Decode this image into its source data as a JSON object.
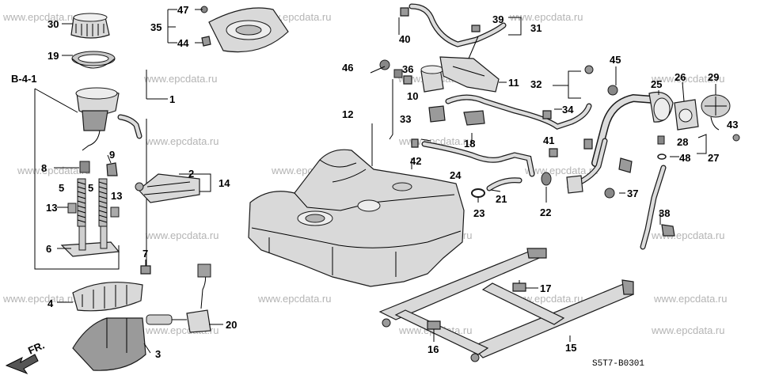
{
  "watermark": "www.epcdata.ru",
  "section_ref": "B-4-1",
  "diagram_code": "S5T7-B0301",
  "direction_label": "FR.",
  "callouts": {
    "n1": "1",
    "n2": "2",
    "n3": "3",
    "n4": "4",
    "n5a": "5",
    "n5b": "5",
    "n6": "6",
    "n7": "7",
    "n8": "8",
    "n9": "9",
    "n10": "10",
    "n11": "11",
    "n12": "12",
    "n13a": "13",
    "n13b": "13",
    "n14": "14",
    "n15": "15",
    "n16": "16",
    "n17": "17",
    "n18": "18",
    "n19": "19",
    "n20": "20",
    "n21": "21",
    "n22": "22",
    "n23": "23",
    "n24": "24",
    "n25": "25",
    "n26": "26",
    "n27": "27",
    "n28": "28",
    "n29": "29",
    "n30": "30",
    "n31": "31",
    "n32": "32",
    "n33": "33",
    "n34": "34",
    "n35": "35",
    "n36": "36",
    "n37": "37",
    "n38": "38",
    "n39": "39",
    "n40": "40",
    "n41": "41",
    "n42": "42",
    "n43": "43",
    "n44": "44",
    "n45": "45",
    "n46": "46",
    "n47": "47",
    "n48": "48"
  }
}
